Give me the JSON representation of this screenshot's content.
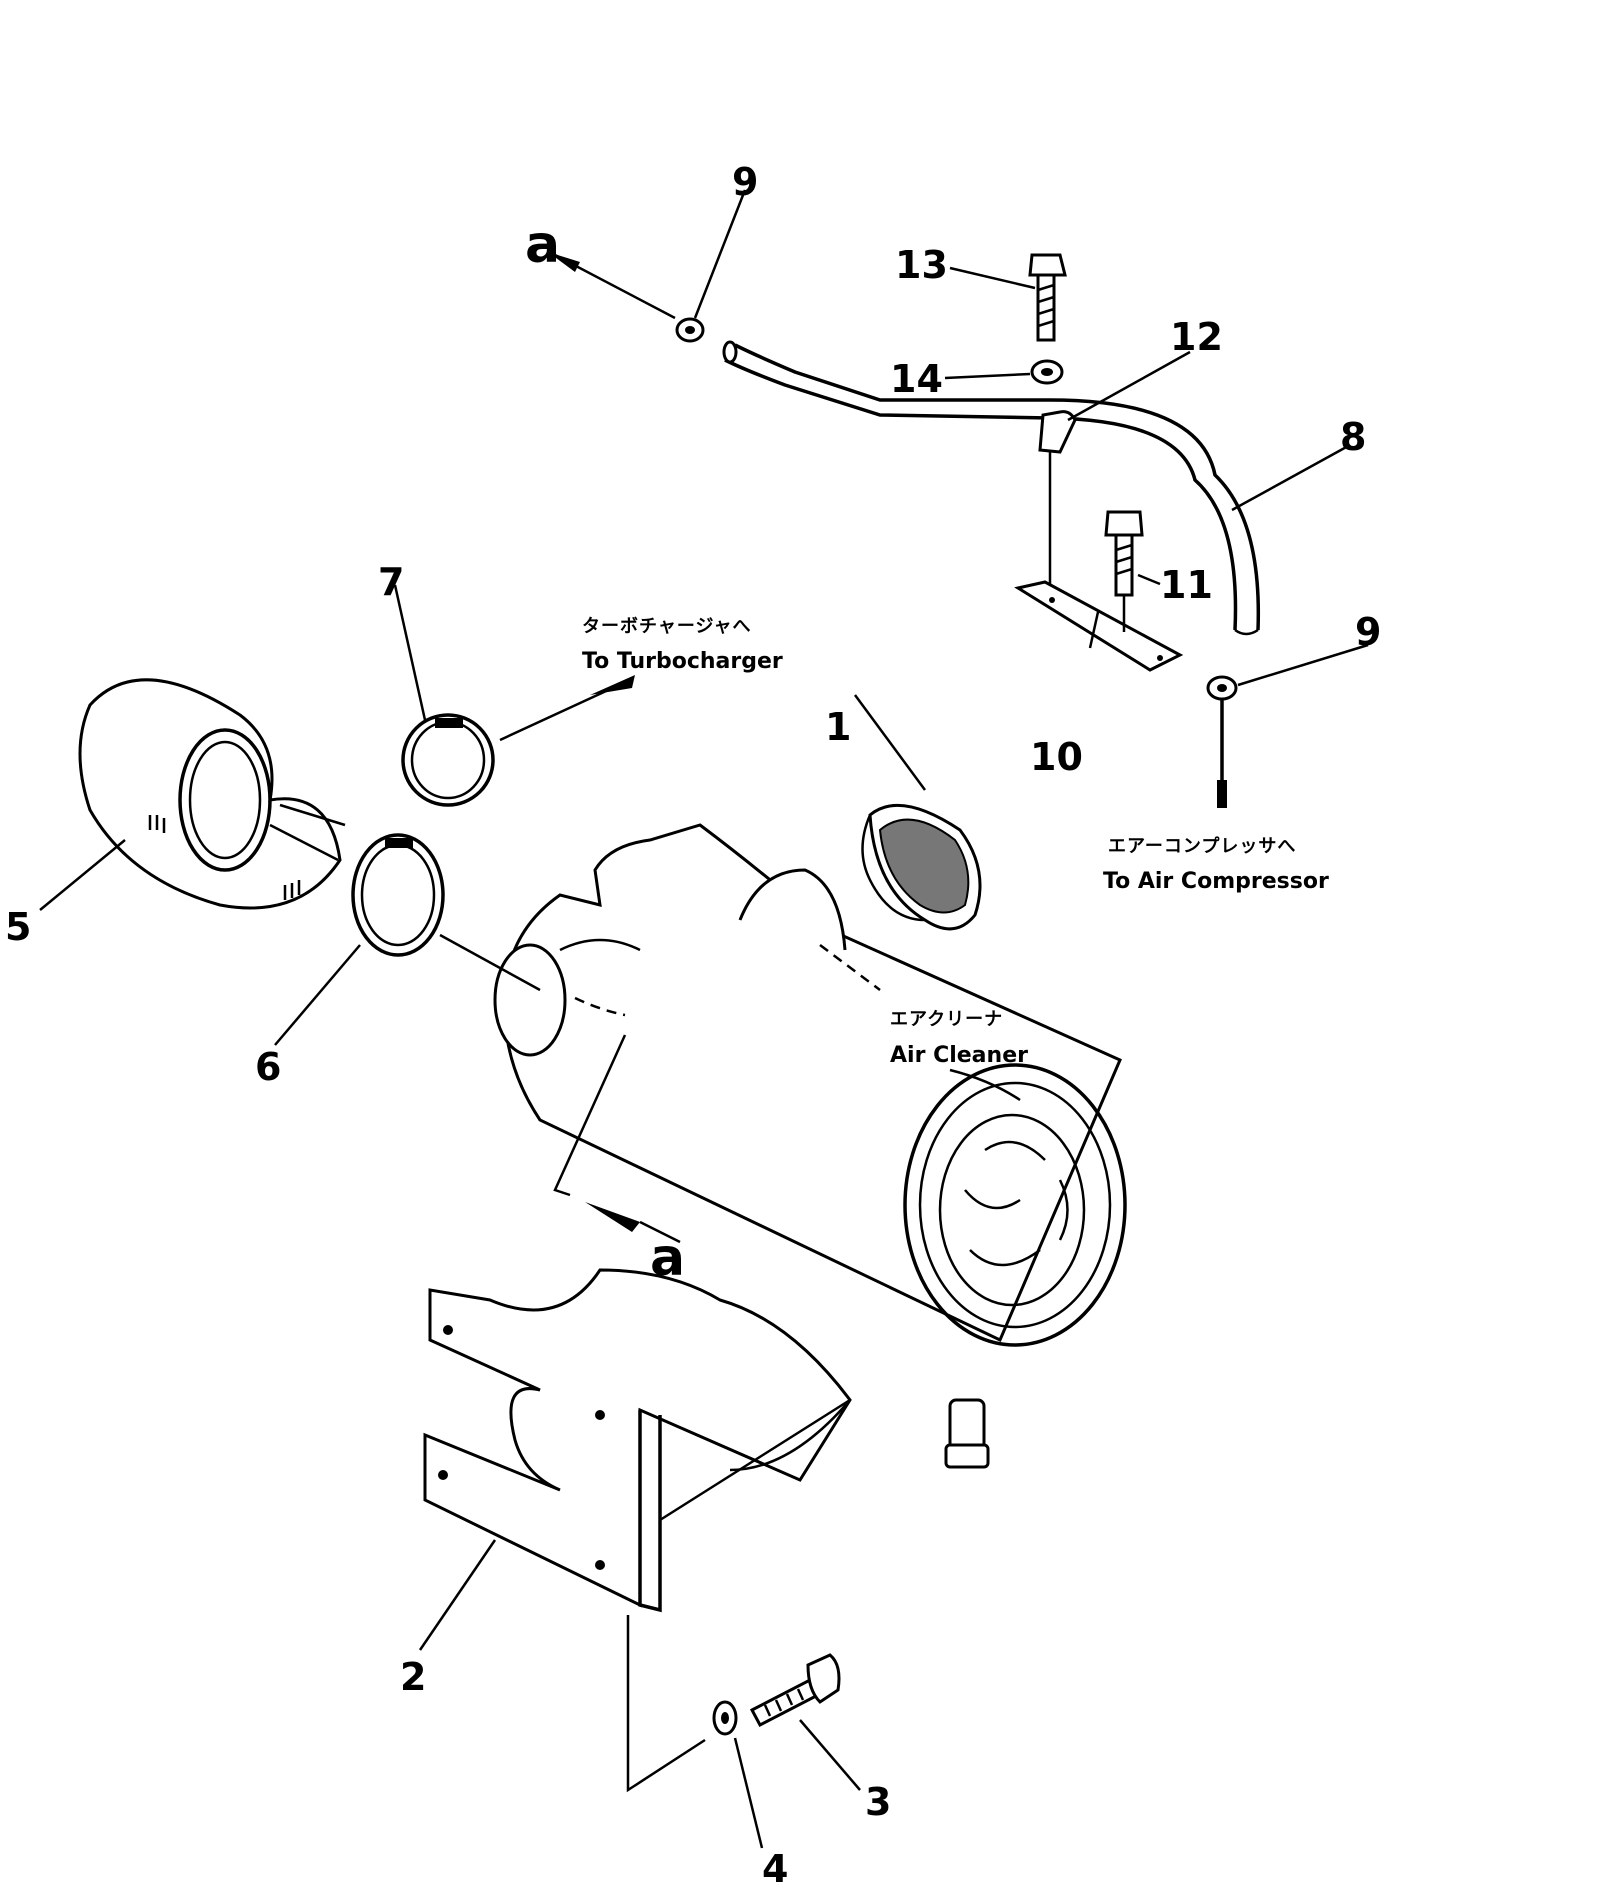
{
  "callouts": {
    "p1": "1",
    "p2": "2",
    "p3": "3",
    "p4": "4",
    "p5": "5",
    "p6": "6",
    "p7": "7",
    "p8": "8",
    "p9a": "9",
    "p9b": "9",
    "p10": "10",
    "p11": "11",
    "p12": "12",
    "p13": "13",
    "p14": "14"
  },
  "markers": {
    "a_top": "a",
    "a_mid": "a"
  },
  "labels": {
    "turbo_jp": "ターボチャージャへ",
    "turbo_en": "To Turbocharger",
    "compressor_jp": "エアーコンプレッサへ",
    "compressor_en": "To Air Compressor",
    "cleaner_jp": "エアクリーナ",
    "cleaner_en": "Air Cleaner"
  }
}
